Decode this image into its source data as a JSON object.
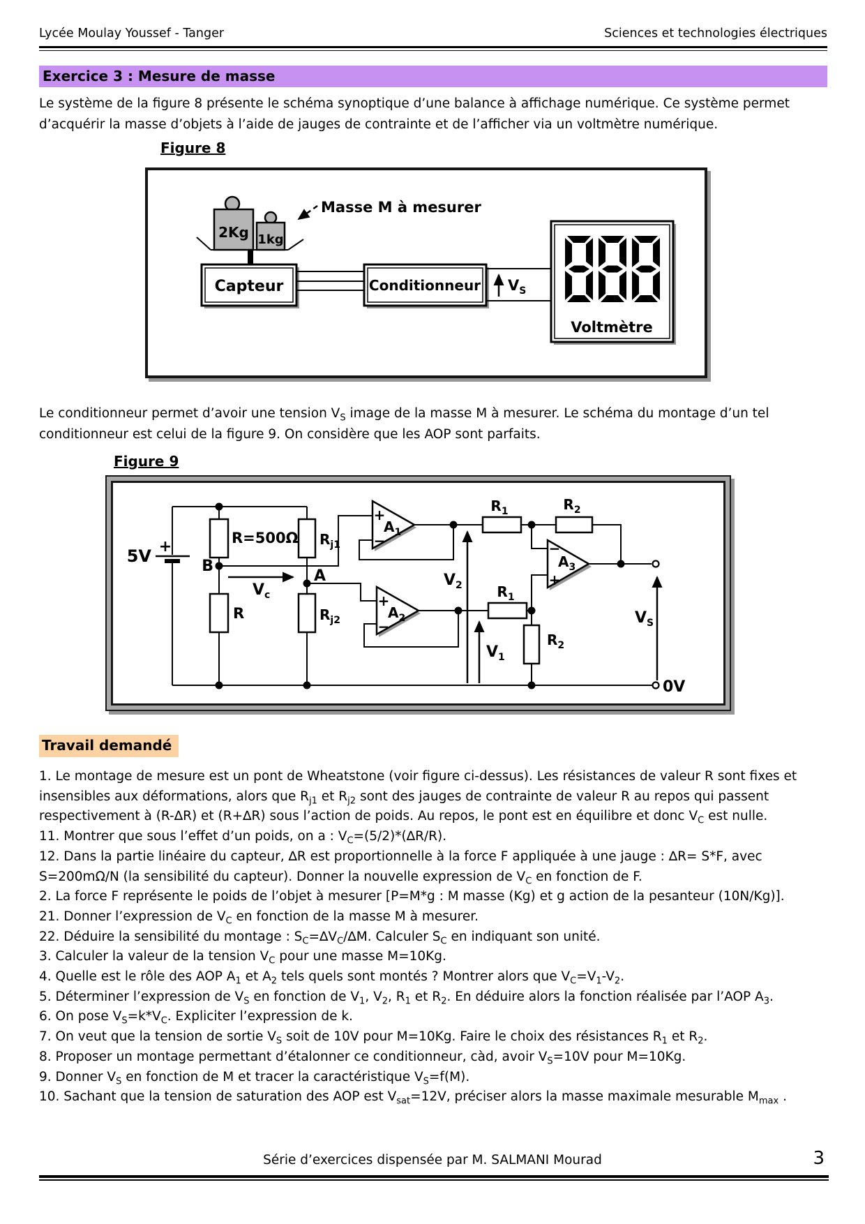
{
  "header": {
    "left": "Lycée Moulay Youssef - Tanger",
    "right": "Sciences et technologies électriques"
  },
  "banner": {
    "label": "Exercice 3 : Mesure de masse"
  },
  "intro": "Le système de la figure 8 présente le schéma synoptique d’une balance à affichage numérique. Ce système permet d’acquérir la masse d’objets à l’aide de jauges de contrainte et de l’afficher via un voltmètre numérique.",
  "para2": [
    {
      "t": "Le conditionneur permet d’avoir une tension V"
    },
    {
      "t": "S",
      "s": 1
    },
    {
      "t": " image de la masse M à mesurer. Le schéma du montage d’un tel conditionneur est celui de la figure 9. On considère que les AOP sont parfaits."
    }
  ],
  "figure8": {
    "title": "Figure 8",
    "mass_annotation": "Masse M à mesurer",
    "weight_big": "2Kg",
    "weight_small": "1kg",
    "capteur": "Capteur",
    "conditionneur": "Conditionneur",
    "vs": {
      "base": "V",
      "sub": "S"
    },
    "display_value": "888",
    "voltmeter": "Voltmètre"
  },
  "figure9": {
    "title": "Figure 9",
    "labels": {
      "supply": "5V",
      "plus_sign": "+",
      "minus_sign": "−",
      "r500": "R=500Ω",
      "r": "R",
      "rj1": {
        "base": "R",
        "sub": "j1"
      },
      "rj2": {
        "base": "R",
        "sub": "j2"
      },
      "nodeB": "B",
      "nodeA": "A",
      "vc": {
        "base": "V",
        "sub": "c"
      },
      "a1": {
        "base": "A",
        "sub": "1"
      },
      "a2": {
        "base": "A",
        "sub": "2"
      },
      "a3": {
        "base": "A",
        "sub": "3"
      },
      "r1": {
        "base": "R",
        "sub": "1"
      },
      "r2": {
        "base": "R",
        "sub": "2"
      },
      "v1": {
        "base": "V",
        "sub": "1"
      },
      "v2": {
        "base": "V",
        "sub": "2"
      },
      "vs": {
        "base": "V",
        "sub": "S"
      },
      "zero": "0V"
    }
  },
  "work": {
    "heading": "Travail demandé",
    "questions": [
      [
        {
          "t": "1. Le montage de mesure est un pont de Wheatstone (voir figure ci-dessus). Les résistances de valeur R sont fixes et insensibles aux déformations, alors que R"
        },
        {
          "t": "j1",
          "s": 1
        },
        {
          "t": " et R"
        },
        {
          "t": "j2",
          "s": 1
        },
        {
          "t": " sont des jauges de contrainte de valeur R au repos qui passent respectivement à (R-∆R) et (R+∆R) sous l’action de poids. Au repos, le pont est en équilibre et donc V"
        },
        {
          "t": "C",
          "s": 1
        },
        {
          "t": " est nulle."
        }
      ],
      [
        {
          "t": "11. Montrer que sous l’effet d’un poids, on a : V"
        },
        {
          "t": "C",
          "s": 1
        },
        {
          "t": "=(5/2)*(∆R/R)."
        }
      ],
      [
        {
          "t": "12. Dans la partie linéaire du capteur,  ∆R est proportionnelle à la force F appliquée à une jauge : ∆R= S*F, avec S=200mΩ/N (la sensibilité du capteur). Donner la nouvelle expression de V"
        },
        {
          "t": "C",
          "s": 1
        },
        {
          "t": " en fonction de F."
        }
      ],
      [
        {
          "t": "2. La force F représente le poids de l’objet à mesurer [P=M*g : M masse (Kg) et g action de la pesanteur (10N/Kg)]."
        }
      ],
      [
        {
          "t": "21. Donner l’expression de V"
        },
        {
          "t": "C",
          "s": 1
        },
        {
          "t": " en fonction de la masse M à mesurer."
        }
      ],
      [
        {
          "t": "22. Déduire la sensibilité du montage : S"
        },
        {
          "t": "C",
          "s": 1
        },
        {
          "t": "=∆V"
        },
        {
          "t": "C",
          "s": 1
        },
        {
          "t": "/∆M. Calculer S"
        },
        {
          "t": "C",
          "s": 1
        },
        {
          "t": " en indiquant son unité."
        }
      ],
      [
        {
          "t": "3. Calculer la valeur de la tension V"
        },
        {
          "t": "C",
          "s": 1
        },
        {
          "t": " pour une masse M=10Kg."
        }
      ],
      [
        {
          "t": "4. Quelle est le rôle des AOP A"
        },
        {
          "t": "1",
          "s": 1
        },
        {
          "t": " et A"
        },
        {
          "t": "2",
          "s": 1
        },
        {
          "t": " tels quels sont montés ? Montrer alors que V"
        },
        {
          "t": "C",
          "s": 1
        },
        {
          "t": "=V"
        },
        {
          "t": "1",
          "s": 1
        },
        {
          "t": "-V"
        },
        {
          "t": "2",
          "s": 1
        },
        {
          "t": "."
        }
      ],
      [
        {
          "t": "5. Déterminer l’expression de V"
        },
        {
          "t": "S",
          "s": 1
        },
        {
          "t": " en fonction de V"
        },
        {
          "t": "1",
          "s": 1
        },
        {
          "t": ", V"
        },
        {
          "t": "2",
          "s": 1
        },
        {
          "t": ", R"
        },
        {
          "t": "1",
          "s": 1
        },
        {
          "t": " et R"
        },
        {
          "t": "2",
          "s": 1
        },
        {
          "t": ". En déduire alors la fonction réalisée par l’AOP A"
        },
        {
          "t": "3",
          "s": 1
        },
        {
          "t": "."
        }
      ],
      [
        {
          "t": "6. On pose V"
        },
        {
          "t": "S",
          "s": 1
        },
        {
          "t": "=k*V"
        },
        {
          "t": "C",
          "s": 1
        },
        {
          "t": ". Expliciter l’expression de k."
        }
      ],
      [
        {
          "t": "7. On veut que la tension de sortie V"
        },
        {
          "t": "S",
          "s": 1
        },
        {
          "t": " soit de 10V pour M=10Kg. Faire le choix des résistances R"
        },
        {
          "t": "1",
          "s": 1
        },
        {
          "t": " et R"
        },
        {
          "t": "2",
          "s": 1
        },
        {
          "t": "."
        }
      ],
      [
        {
          "t": "8. Proposer un montage permettant d’étalonner ce conditionneur, càd, avoir V"
        },
        {
          "t": "S",
          "s": 1
        },
        {
          "t": "=10V pour M=10Kg."
        }
      ],
      [
        {
          "t": "9. Donner V"
        },
        {
          "t": "S",
          "s": 1
        },
        {
          "t": " en fonction de M et tracer la caractéristique V"
        },
        {
          "t": "S",
          "s": 1
        },
        {
          "t": "=f(M)."
        }
      ],
      [
        {
          "t": "10. Sachant que la tension de saturation des AOP est V"
        },
        {
          "t": "sat",
          "s": 1
        },
        {
          "t": "=12V, préciser alors la masse maximale mesurable M"
        },
        {
          "t": "max",
          "s": 1
        },
        {
          "t": " ."
        }
      ]
    ]
  },
  "footer": {
    "center": "Série d’exercices  dispensée par  M. SALMANI Mourad",
    "page": "3"
  }
}
